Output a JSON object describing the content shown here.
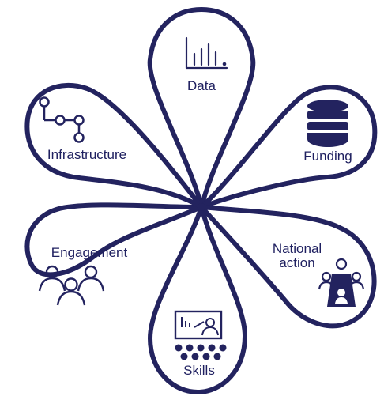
{
  "colors": {
    "primary": "#23235f",
    "background": "#ffffff"
  },
  "petals": [
    {
      "id": "data",
      "label_lines": [
        "Data"
      ],
      "icon": "bar-chart-icon"
    },
    {
      "id": "funding",
      "label_lines": [
        "Funding"
      ],
      "icon": "database-icon"
    },
    {
      "id": "national-action",
      "label_lines": [
        "National",
        "action"
      ],
      "icon": "people-group-icon"
    },
    {
      "id": "skills",
      "label_lines": [
        "Skills"
      ],
      "icon": "presentation-audience-icon"
    },
    {
      "id": "engagement",
      "label_lines": [
        "Engagement"
      ],
      "icon": "people-icon"
    },
    {
      "id": "infrastructure",
      "label_lines": [
        "Infrastructure"
      ],
      "icon": "connected-nodes-icon"
    }
  ]
}
